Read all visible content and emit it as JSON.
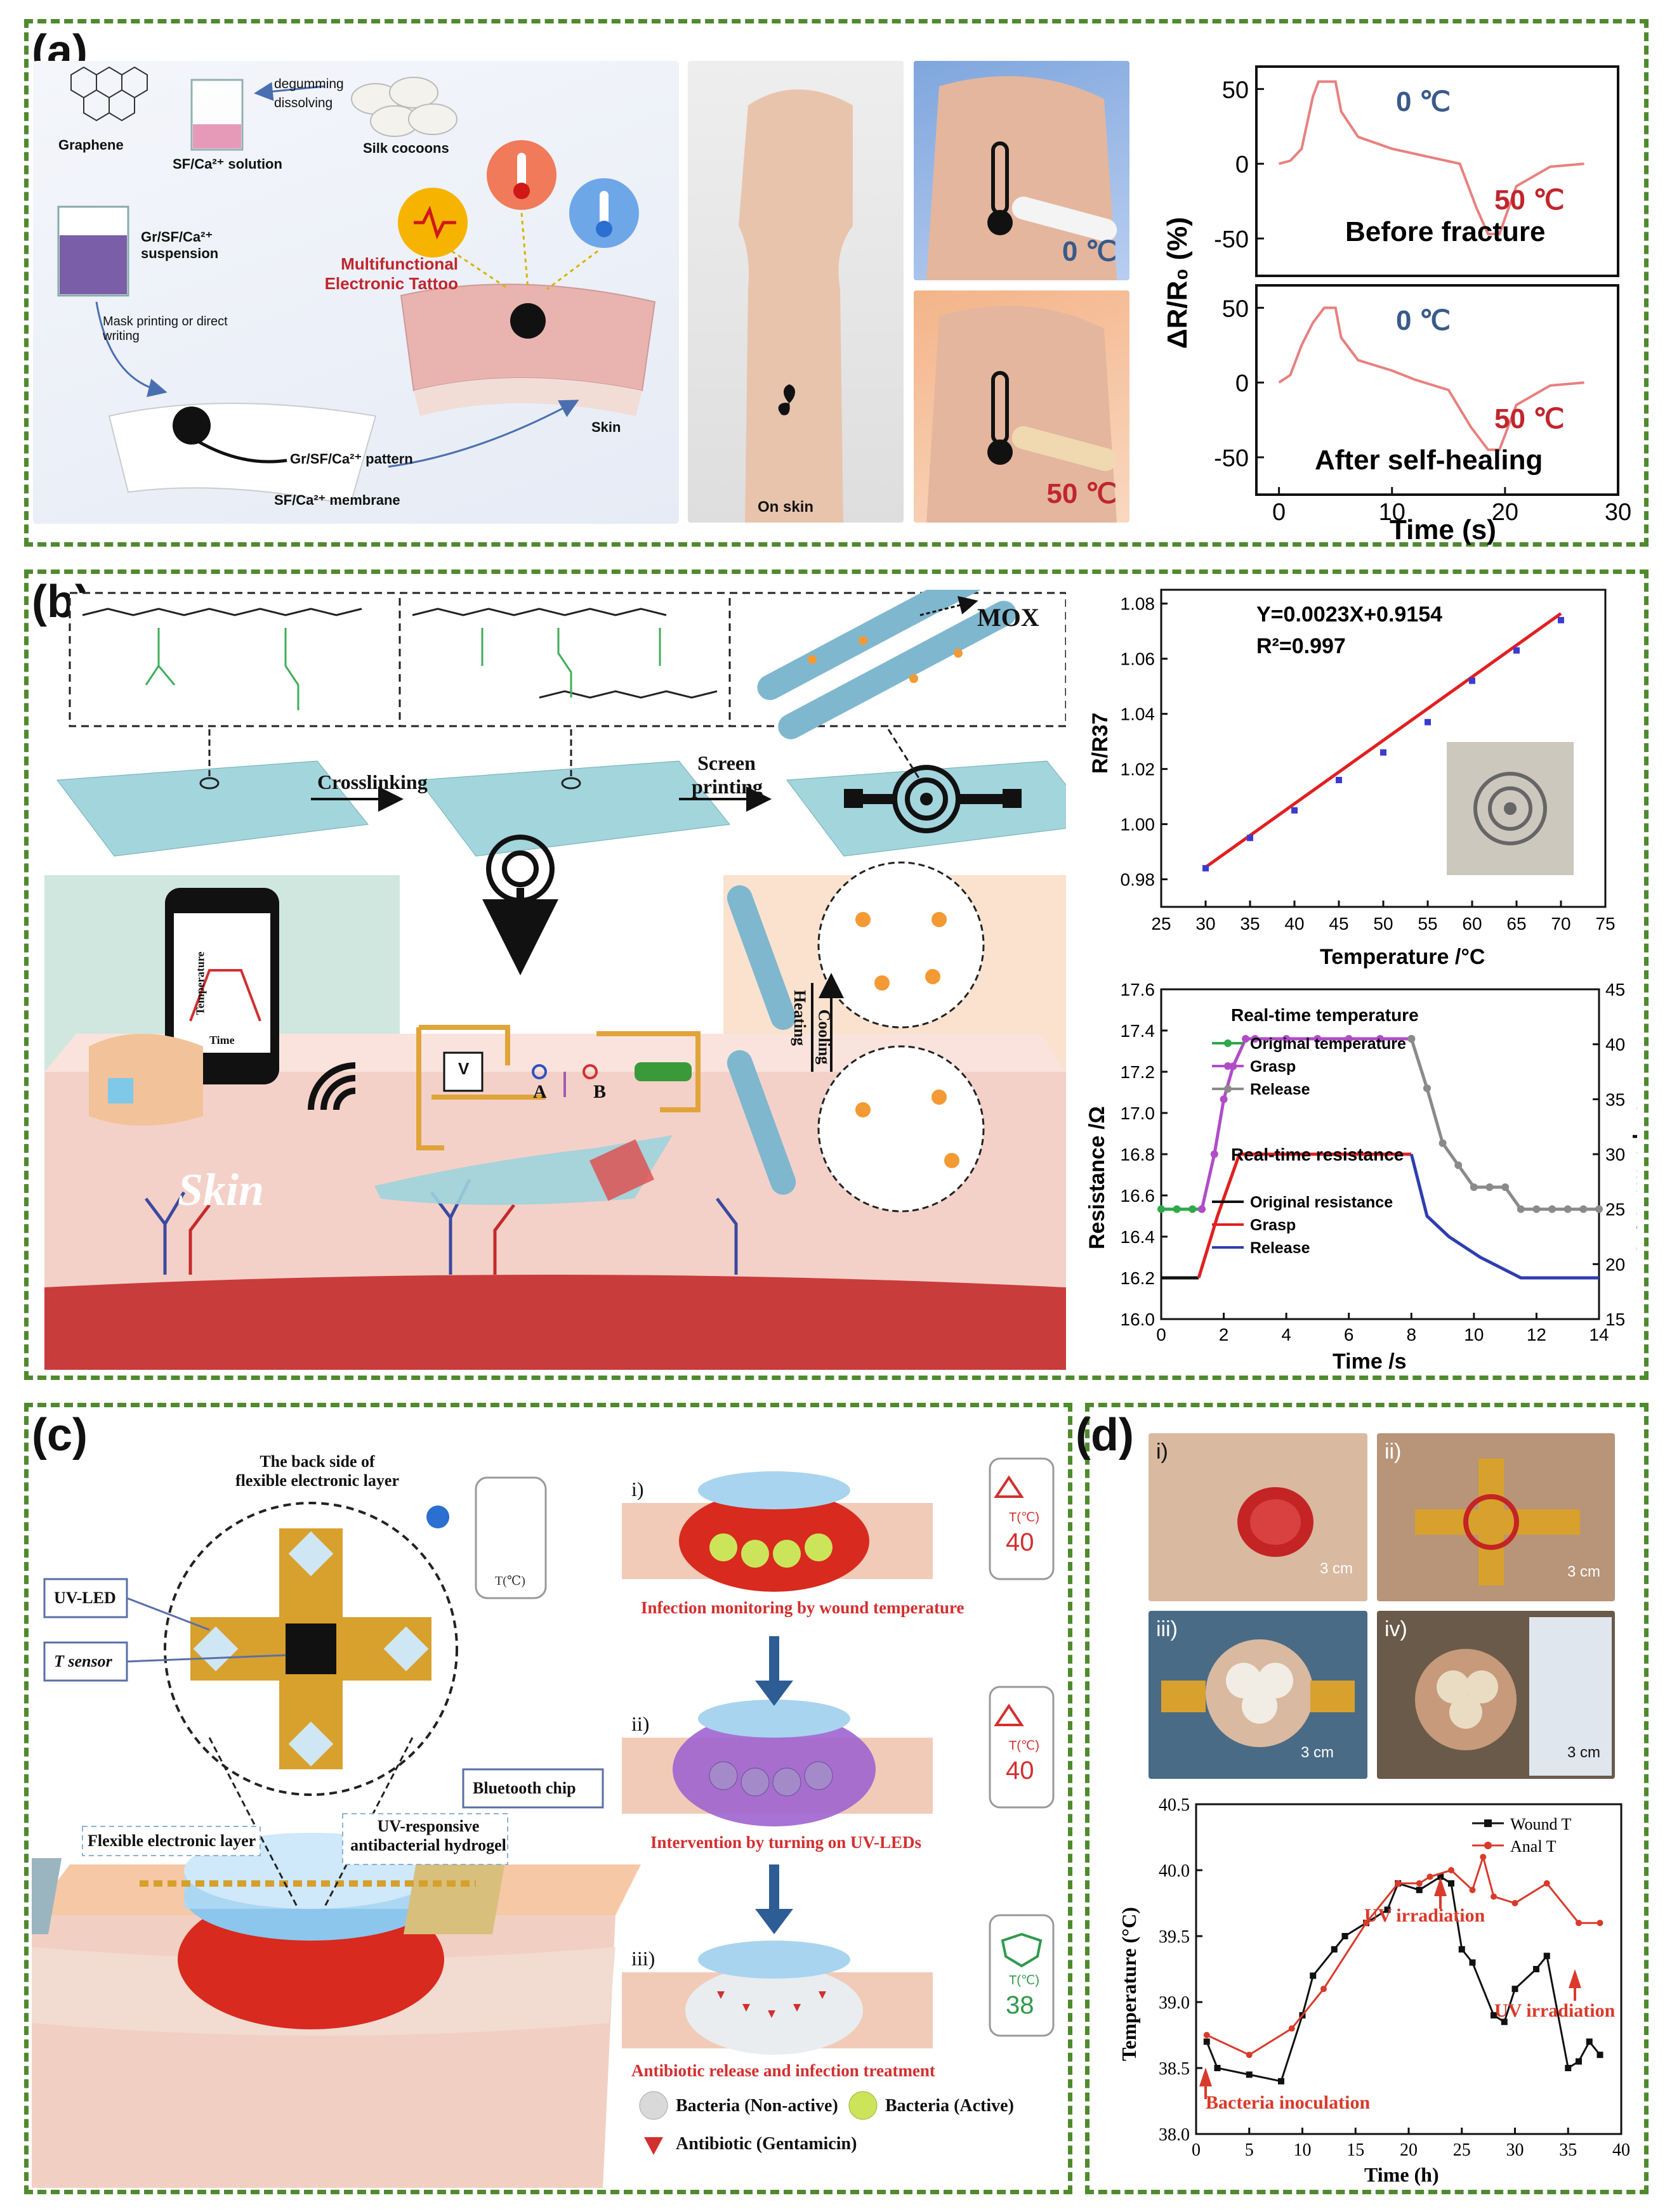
{
  "panel_a": {
    "label": "(a)",
    "schematic": {
      "graphene": "Graphene",
      "degumming": "degumming",
      "dissolving": "dissolving",
      "silk_cocoons": "Silk cocoons",
      "sf_solution": "SF/Ca²⁺ solution",
      "suspension": "Gr/SF/Ca²⁺ suspension",
      "printing": "Mask printing or direct writing",
      "tattoo": "Multifunctional Electronic Tattoo",
      "skin": "Skin",
      "pattern": "Gr/SF/Ca²⁺ pattern",
      "membrane": "SF/Ca²⁺ membrane"
    },
    "photos": {
      "on_skin": "On skin",
      "cold": "0 ℃",
      "hot": "50 ℃"
    },
    "colors": {
      "hot": "#c0262d",
      "cold": "#3a5a8a",
      "curve": "#e8807f"
    }
  },
  "chart_a": {
    "ylabel": "ΔR/R₀ (%)",
    "xlabel": "Time (s)",
    "upper": {
      "title": "Before fracture",
      "cold_label": "0 ℃",
      "hot_label": "50 ℃"
    },
    "lower": {
      "title": "After self-healing",
      "cold_label": "0 ℃",
      "hot_label": "50 ℃"
    },
    "y_ticks": [
      "50",
      "0",
      "-50"
    ],
    "x_ticks": [
      "0",
      "10",
      "20",
      "30"
    ]
  },
  "chart_data": [
    {
      "type": "line",
      "id": "a_before_fracture",
      "title": "Before fracture",
      "xlabel": "Time (s)",
      "ylabel": "ΔR/R₀ (%)",
      "xlim": [
        -2,
        30
      ],
      "ylim": [
        -75,
        65
      ],
      "x": [
        0,
        1,
        2,
        3,
        3.5,
        5,
        5.5,
        7,
        10,
        13,
        16,
        17.5,
        18.5,
        19.5,
        21,
        24,
        27
      ],
      "y": [
        0,
        2,
        10,
        45,
        55,
        55,
        35,
        18,
        10,
        5,
        0,
        -30,
        -47,
        -47,
        -15,
        -2,
        0
      ]
    },
    {
      "type": "line",
      "id": "a_after_self_healing",
      "title": "After self-healing",
      "xlabel": "Time (s)",
      "ylabel": "ΔR/R₀ (%)",
      "xlim": [
        -2,
        30
      ],
      "ylim": [
        -75,
        65
      ],
      "x": [
        0,
        1,
        2,
        3,
        4,
        5,
        5.5,
        7,
        10,
        12,
        15,
        17,
        18.5,
        19.5,
        21,
        24,
        27
      ],
      "y": [
        0,
        5,
        25,
        40,
        50,
        50,
        30,
        15,
        8,
        2,
        -5,
        -30,
        -45,
        -45,
        -15,
        -2,
        0
      ]
    },
    {
      "type": "scatter",
      "id": "b_calibration",
      "xlabel": "Temperature /°C",
      "ylabel": "R/R37",
      "xlim": [
        25,
        75
      ],
      "ylim": [
        0.97,
        1.085
      ],
      "x": [
        30,
        35,
        40,
        45,
        50,
        55,
        60,
        65,
        70
      ],
      "y": [
        0.984,
        0.995,
        1.005,
        1.016,
        1.026,
        1.037,
        1.052,
        1.063,
        1.074
      ],
      "fit": {
        "equation": "Y=0.0023X+0.9154",
        "r2": "R²=0.997",
        "slope": 0.0023,
        "intercept": 0.9154
      }
    },
    {
      "type": "line",
      "id": "b_realtime",
      "xlabel": "Time /s",
      "ylabel": "Resistance /Ω",
      "ylabel_right": "Temperature /°C",
      "xlim": [
        0,
        14
      ],
      "ylim": [
        16.0,
        17.6
      ],
      "ylim_right": [
        15,
        45
      ],
      "series": [
        {
          "name": "Original temperature",
          "axis": "right",
          "x": [
            0,
            0.5,
            1,
            1.3
          ],
          "y": [
            25,
            25,
            25,
            25
          ]
        },
        {
          "name": "Grasp",
          "axis": "right",
          "x": [
            1.3,
            1.7,
            2.0,
            2.3,
            2.7,
            3,
            4,
            5,
            6,
            7,
            8
          ],
          "y": [
            25,
            30,
            35,
            38,
            40.5,
            40.5,
            40.5,
            40.5,
            40.5,
            40.5,
            40.5
          ]
        },
        {
          "name": "Release",
          "axis": "right",
          "x": [
            8,
            8.5,
            9,
            9.5,
            10,
            10.5,
            11,
            11.5,
            12,
            12.5,
            13,
            13.5,
            14
          ],
          "y": [
            40.5,
            36,
            31,
            29,
            27,
            27,
            27,
            25,
            25,
            25,
            25,
            25,
            25
          ]
        },
        {
          "name": "Original resistance",
          "axis": "left",
          "x": [
            0,
            1.2
          ],
          "y": [
            16.2,
            16.2
          ]
        },
        {
          "name": "Grasp",
          "axis": "left",
          "x": [
            1.2,
            1.8,
            2.5,
            8
          ],
          "y": [
            16.2,
            16.5,
            16.8,
            16.8
          ]
        },
        {
          "name": "Release",
          "axis": "left",
          "x": [
            8,
            8.5,
            9.2,
            10.2,
            11.5,
            14
          ],
          "y": [
            16.8,
            16.5,
            16.4,
            16.3,
            16.2,
            16.2
          ]
        }
      ]
    },
    {
      "type": "line",
      "id": "d_temperature",
      "xlabel": "Time (h)",
      "ylabel": "Temperature (°C)",
      "xlim": [
        0,
        40
      ],
      "ylim": [
        38.0,
        40.5
      ],
      "series": [
        {
          "name": "Wound T",
          "color": "#111111",
          "x": [
            1,
            2,
            5,
            8,
            10,
            11,
            13,
            14,
            16,
            18,
            19,
            21,
            23,
            24,
            25,
            26,
            28,
            29,
            30,
            32,
            33,
            35,
            36,
            37,
            38
          ],
          "y": [
            38.7,
            38.5,
            38.45,
            38.4,
            38.9,
            39.2,
            39.4,
            39.5,
            39.6,
            39.7,
            39.9,
            39.85,
            39.95,
            39.9,
            39.4,
            39.3,
            38.9,
            38.85,
            39.1,
            39.25,
            39.35,
            38.5,
            38.55,
            38.7,
            38.6
          ]
        },
        {
          "name": "Anal T",
          "color": "#d93a2b",
          "x": [
            1,
            5,
            9,
            12,
            16,
            19,
            21,
            22,
            24,
            26,
            27,
            28,
            30,
            33,
            36,
            38
          ],
          "y": [
            38.75,
            38.6,
            38.8,
            39.1,
            39.6,
            39.9,
            39.9,
            39.95,
            40.0,
            39.85,
            40.1,
            39.8,
            39.75,
            39.9,
            39.6,
            39.6
          ]
        }
      ]
    }
  ],
  "panel_b": {
    "label": "(b)",
    "schematic": {
      "mox": "MOX",
      "crosslinking": "Crosslinking",
      "screen_printing": "Screen printing",
      "skin": "Skin",
      "heating": "Heating",
      "cooling": "Cooling",
      "phone_y": "Temperature",
      "phone_x": "Time",
      "node_a": "A",
      "node_b": "B",
      "meter": "V"
    },
    "calib": {
      "equation": "Y=0.0023X+0.9154",
      "r2": "R²=0.997",
      "ylabel": "R/R37",
      "xlabel": "Temperature /°C",
      "x_ticks": [
        "25",
        "30",
        "35",
        "40",
        "45",
        "50",
        "55",
        "60",
        "65",
        "70",
        "75"
      ],
      "y_ticks": [
        "1.08",
        "1.06",
        "1.04",
        "1.02",
        "1.00",
        "0.98"
      ],
      "colors": {
        "line": "#e02020",
        "points": "#3b3bd0"
      }
    },
    "realtime": {
      "title_temp": "Real-time temperature",
      "title_res": "Real-time resistance",
      "legend_temp": [
        "Original temperature",
        "Grasp",
        "Release"
      ],
      "legend_res": [
        "Original resistance",
        "Grasp",
        "Release"
      ],
      "ylabel": "Resistance /Ω",
      "ylabel_right": "Temperature /°C",
      "xlabel": "Time /s",
      "y_ticks": [
        "17.6",
        "17.4",
        "17.2",
        "17.0",
        "16.8",
        "16.6",
        "16.4",
        "16.2",
        "16.0"
      ],
      "y_ticks_right": [
        "45",
        "40",
        "35",
        "30",
        "25",
        "20",
        "15"
      ],
      "x_ticks": [
        "0",
        "2",
        "4",
        "6",
        "8",
        "10",
        "12",
        "14"
      ],
      "colors": {
        "orig_temp": "#2ea84a",
        "grasp_temp": "#b04cc8",
        "release_temp": "#8a8a8a",
        "orig_res": "#111111",
        "grasp_res": "#e02020",
        "release_res": "#2f3db0"
      }
    }
  },
  "panel_c": {
    "label": "(c)",
    "back_side": "The back side of flexible electronic layer",
    "uv_led": "UV-LED",
    "t_sensor": "T sensor",
    "bluetooth_chip": "Bluetooth chip",
    "flexible_layer": "Flexible electronic layer",
    "hydrogel": "UV-responsive antibacterial hydrogel",
    "phone_unit": "T(℃)",
    "steps": [
      {
        "num": "i)",
        "caption": "Infection monitoring by wound temperature",
        "value": "40"
      },
      {
        "num": "ii)",
        "caption": "Intervention by turning on  UV-LEDs",
        "value": "40"
      },
      {
        "num": "iii)",
        "caption": "Antibiotic release and infection treatment",
        "value": "38"
      }
    ],
    "legend": {
      "inactive": "Bacteria (Non-active)",
      "active": "Bacteria (Active)",
      "antibiotic": "Antibiotic (Gentamicin)"
    }
  },
  "panel_d": {
    "label": "(d)",
    "photos": [
      {
        "num": "i)",
        "scale": "3 cm"
      },
      {
        "num": "ii)",
        "scale": "3 cm"
      },
      {
        "num": "iii)",
        "scale": "3 cm"
      },
      {
        "num": "iv)",
        "scale": "3 cm"
      }
    ],
    "chart": {
      "legend": [
        "Wound T",
        "Anal T"
      ],
      "xlabel": "Time (h)",
      "ylabel": "Temperature (°C)",
      "y_ticks": [
        "40.5",
        "40.0",
        "39.5",
        "39.0",
        "38.5",
        "38.0"
      ],
      "x_ticks": [
        "0",
        "5",
        "10",
        "15",
        "20",
        "25",
        "30",
        "35",
        "40"
      ],
      "annotations": [
        "UV irradiation",
        "UV irradiation",
        "Bacteria inoculation"
      ]
    }
  }
}
